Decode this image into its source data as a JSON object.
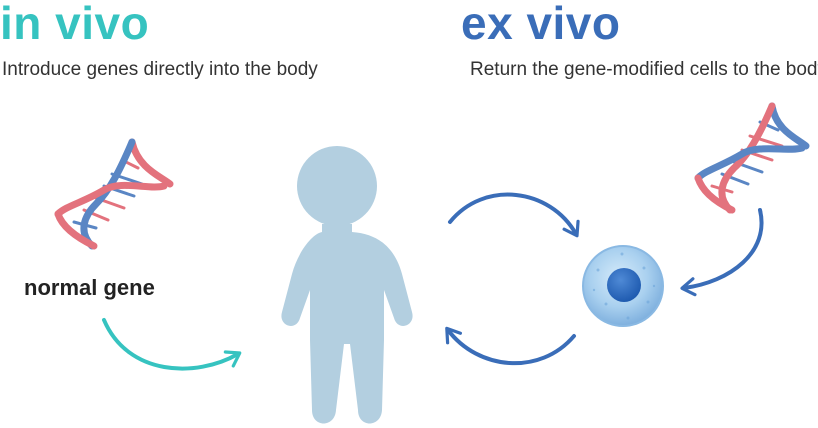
{
  "in_vivo": {
    "title": "in vivo",
    "description": "Introduce genes directly into the body",
    "label": "normal gene"
  },
  "ex_vivo": {
    "title": "ex vivo",
    "description": "Return the gene-modified cells to the body"
  },
  "colors": {
    "in_vivo_accent": "#36c3c0",
    "ex_vivo_accent": "#3a6db8",
    "body_silhouette": "#b3cfe0",
    "dna_red": "#e3727d",
    "dna_blue": "#5a86c4",
    "cell_outer": "#9ec6ea",
    "cell_nucleus": "#2f6fc0"
  },
  "icons": [
    "dna-icon",
    "human-body-icon",
    "cell-icon",
    "arrow-icon"
  ]
}
